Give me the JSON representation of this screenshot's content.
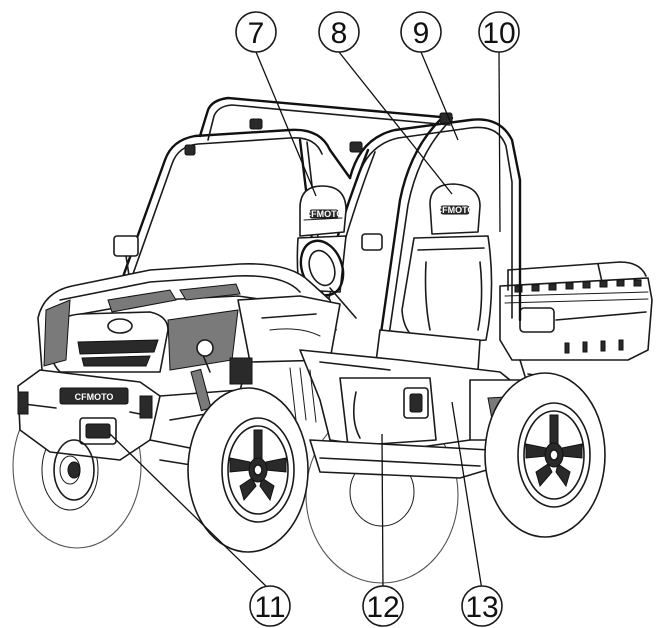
{
  "brand": {
    "logo_text": "CFMOTO"
  },
  "callouts": [
    {
      "id": "7",
      "label": "7"
    },
    {
      "id": "8",
      "label": "8"
    },
    {
      "id": "9",
      "label": "9"
    },
    {
      "id": "10",
      "label": "10"
    },
    {
      "id": "11",
      "label": "11"
    },
    {
      "id": "12",
      "label": "12"
    },
    {
      "id": "13",
      "label": "13"
    }
  ],
  "colors": {
    "ink": "#1a1a1a",
    "background": "#ffffff"
  }
}
